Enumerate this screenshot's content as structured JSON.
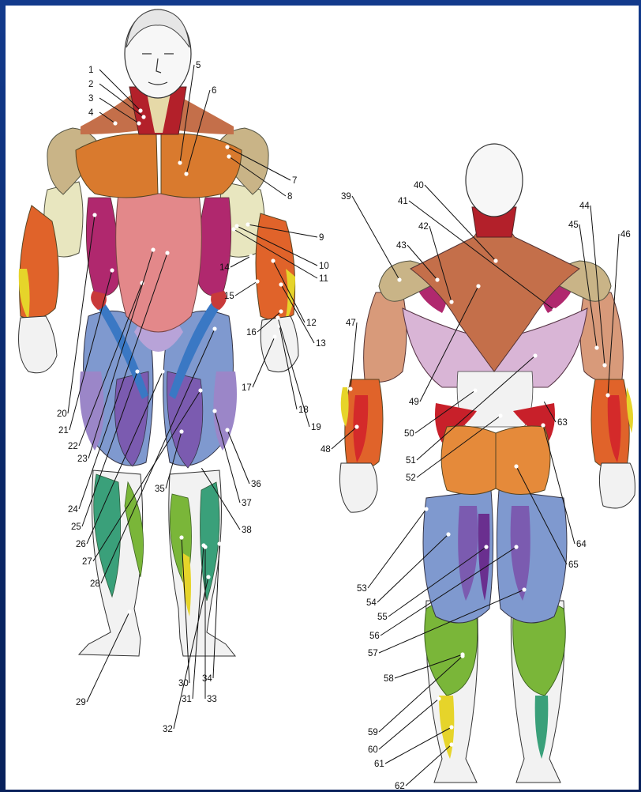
{
  "colors": {
    "frame": "#0a2767",
    "skin": "#f2f2f2",
    "deltoid": "#c9b487",
    "pectoral": "#d97a2e",
    "abdomen": "#e3888a",
    "serratus": "#b0286e",
    "biceps": "#e8e6bf",
    "forearm": "#e0632a",
    "quadriceps": "#7f99cf",
    "adductor": "#7b5bb0",
    "sartorius": "#3a78c4",
    "tibialis": "#3aa07a",
    "calf": "#7ab639",
    "trapezius": "#c46f4a",
    "latissimus": "#d9b5d6",
    "gluteus": "#e58a3a",
    "neck": "#b3202a",
    "yellow": "#e6d42a"
  },
  "labels": [
    {
      "n": "1"
    },
    {
      "n": "2"
    },
    {
      "n": "3"
    },
    {
      "n": "4"
    },
    {
      "n": "5"
    },
    {
      "n": "6"
    },
    {
      "n": "7"
    },
    {
      "n": "8"
    },
    {
      "n": "9"
    },
    {
      "n": "10"
    },
    {
      "n": "11"
    },
    {
      "n": "12"
    },
    {
      "n": "13"
    },
    {
      "n": "14"
    },
    {
      "n": "15"
    },
    {
      "n": "16"
    },
    {
      "n": "17"
    },
    {
      "n": "18"
    },
    {
      "n": "19"
    },
    {
      "n": "20"
    },
    {
      "n": "21"
    },
    {
      "n": "22"
    },
    {
      "n": "23"
    },
    {
      "n": "24"
    },
    {
      "n": "25"
    },
    {
      "n": "26"
    },
    {
      "n": "27"
    },
    {
      "n": "28"
    },
    {
      "n": "29"
    },
    {
      "n": "30"
    },
    {
      "n": "31"
    },
    {
      "n": "32"
    },
    {
      "n": "33"
    },
    {
      "n": "34"
    },
    {
      "n": "35"
    },
    {
      "n": "36"
    },
    {
      "n": "37"
    },
    {
      "n": "38"
    },
    {
      "n": "39"
    },
    {
      "n": "40"
    },
    {
      "n": "41"
    },
    {
      "n": "42"
    },
    {
      "n": "43"
    },
    {
      "n": "44"
    },
    {
      "n": "45"
    },
    {
      "n": "46"
    },
    {
      "n": "47"
    },
    {
      "n": "48"
    },
    {
      "n": "49"
    },
    {
      "n": "50"
    },
    {
      "n": "51"
    },
    {
      "n": "52"
    },
    {
      "n": "53"
    },
    {
      "n": "54"
    },
    {
      "n": "55"
    },
    {
      "n": "56"
    },
    {
      "n": "57"
    },
    {
      "n": "58"
    },
    {
      "n": "59"
    },
    {
      "n": "60"
    },
    {
      "n": "61"
    },
    {
      "n": "62"
    },
    {
      "n": "63"
    },
    {
      "n": "64"
    },
    {
      "n": "65"
    }
  ]
}
